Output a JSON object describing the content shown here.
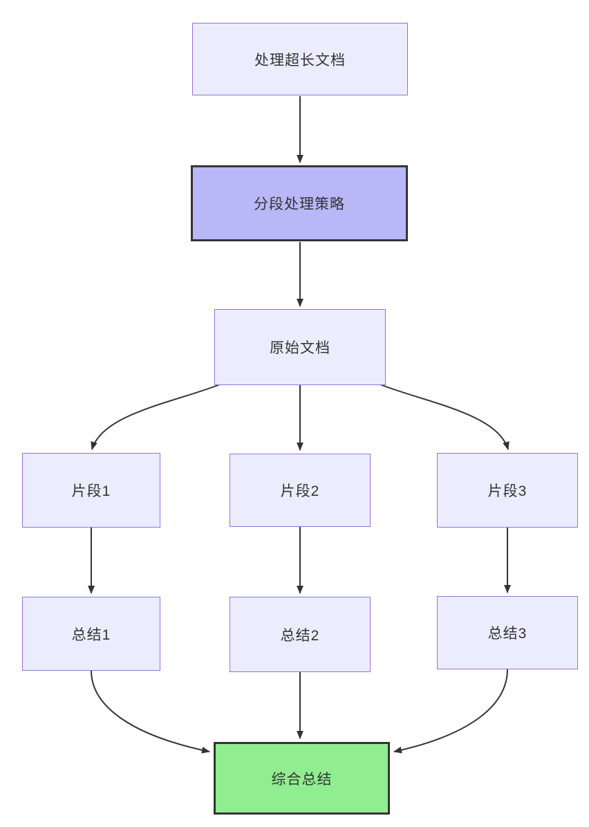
{
  "diagram": {
    "type": "flowchart",
    "direction": "top-down",
    "background_color": "#ffffff",
    "text_color": "#333333",
    "edge_color": "#333333",
    "node_colors": {
      "default_fill": "#ECECFF",
      "default_border": "#9370DB",
      "strategy_fill": "#B8B8F8",
      "strategy_border": "#333333",
      "final_fill": "#90EE90",
      "final_border": "#333333"
    },
    "nodes": {
      "task": {
        "label": "处理超长文档",
        "style": "default"
      },
      "strategy": {
        "label": "分段处理策略",
        "style": "highlight-purple"
      },
      "doc": {
        "label": "原始文档",
        "style": "default"
      },
      "frag1": {
        "label": "片段1",
        "style": "default"
      },
      "frag2": {
        "label": "片段2",
        "style": "default"
      },
      "frag3": {
        "label": "片段3",
        "style": "default"
      },
      "sum1": {
        "label": "总结1",
        "style": "default"
      },
      "sum2": {
        "label": "总结2",
        "style": "default"
      },
      "sum3": {
        "label": "总结3",
        "style": "default"
      },
      "final": {
        "label": "综合总结",
        "style": "highlight-green"
      }
    },
    "edges": [
      {
        "from": "task",
        "to": "strategy"
      },
      {
        "from": "strategy",
        "to": "doc"
      },
      {
        "from": "doc",
        "to": "frag1"
      },
      {
        "from": "doc",
        "to": "frag2"
      },
      {
        "from": "doc",
        "to": "frag3"
      },
      {
        "from": "frag1",
        "to": "sum1"
      },
      {
        "from": "frag2",
        "to": "sum2"
      },
      {
        "from": "frag3",
        "to": "sum3"
      },
      {
        "from": "sum1",
        "to": "final"
      },
      {
        "from": "sum2",
        "to": "final"
      },
      {
        "from": "sum3",
        "to": "final"
      }
    ]
  }
}
